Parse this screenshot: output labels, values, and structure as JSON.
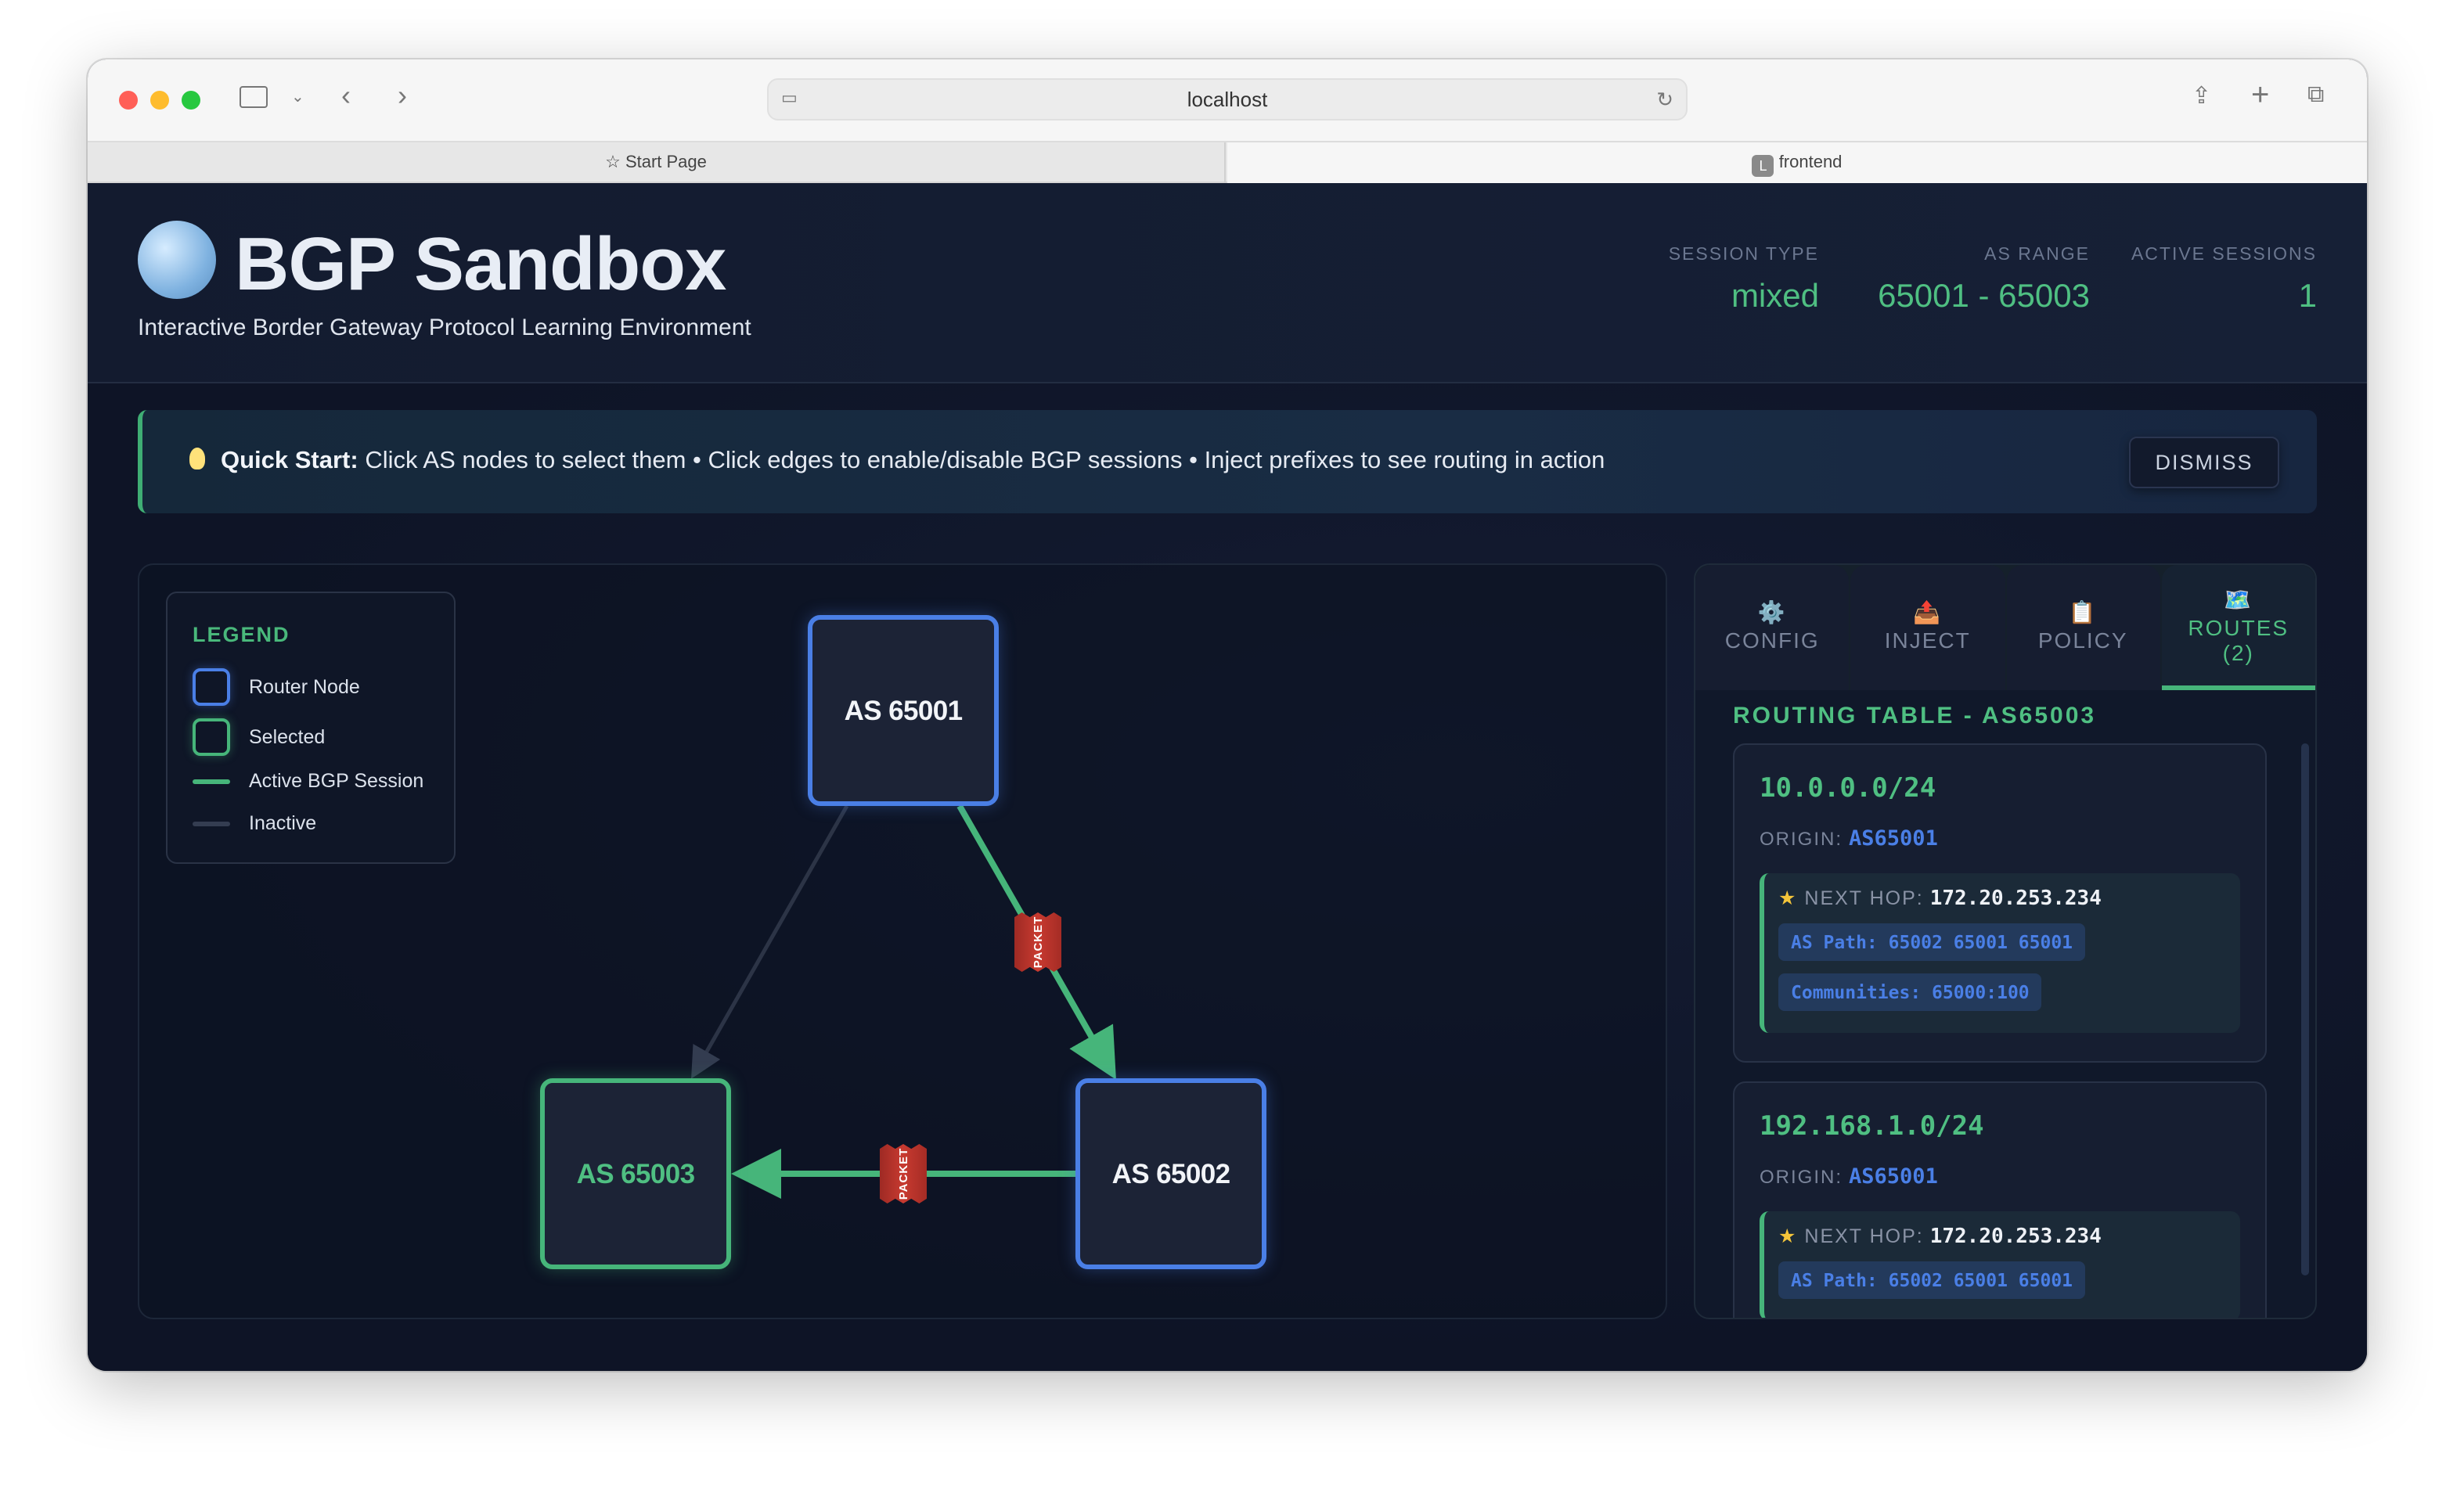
{
  "browser": {
    "url": "localhost",
    "tabs": [
      {
        "label": "Start Page",
        "active": false
      },
      {
        "label": "frontend",
        "favicon": "L",
        "active": true
      }
    ]
  },
  "header": {
    "title": "BGP Sandbox",
    "subtitle": "Interactive Border Gateway Protocol Learning Environment",
    "stats": [
      {
        "label": "SESSION TYPE",
        "value": "mixed"
      },
      {
        "label": "AS RANGE",
        "value": "65001 - 65003"
      },
      {
        "label": "ACTIVE SESSIONS",
        "value": "1"
      }
    ]
  },
  "banner": {
    "bold": "Quick Start:",
    "text": " Click AS nodes to select them • Click edges to enable/disable BGP sessions • Inject prefixes to see routing in action",
    "dismiss": "DISMISS"
  },
  "legend": {
    "title": "LEGEND",
    "items": [
      {
        "label": "Router Node",
        "color": "#4a7fe6"
      },
      {
        "label": "Selected",
        "color": "#46b57a"
      },
      {
        "label": "Active BGP Session",
        "color": "#46b57a"
      },
      {
        "label": "Inactive",
        "color": "#3a4357"
      }
    ]
  },
  "topology": {
    "nodes": [
      {
        "id": "65001",
        "label": "AS 65001",
        "selected": false
      },
      {
        "id": "65002",
        "label": "AS 65002",
        "selected": false
      },
      {
        "id": "65003",
        "label": "AS 65003",
        "selected": true
      }
    ],
    "edges": [
      {
        "from": "65001",
        "to": "65002",
        "active": true,
        "packet": "PACKET"
      },
      {
        "from": "65001",
        "to": "65003",
        "active": false
      },
      {
        "from": "65002",
        "to": "65003",
        "active": true,
        "packet": "PACKET"
      }
    ]
  },
  "panel": {
    "tabs": [
      {
        "label": "CONFIG",
        "icon": "gear-icon"
      },
      {
        "label": "INJECT",
        "icon": "outbox-icon"
      },
      {
        "label": "POLICY",
        "icon": "clipboard-icon"
      },
      {
        "label": "ROUTES",
        "count": "(2)",
        "icon": "map-icon",
        "active": true
      }
    ],
    "section_title": "ROUTING TABLE - AS65003",
    "routes": [
      {
        "prefix": "10.0.0.0/24",
        "origin_label": "ORIGIN:",
        "origin": "AS65001",
        "next_hop_label": "NEXT HOP:",
        "next_hop": "172.20.253.234",
        "as_path": "AS Path: 65002 65001 65001",
        "communities": "Communities: 65000:100"
      },
      {
        "prefix": "192.168.1.0/24",
        "origin_label": "ORIGIN:",
        "origin": "AS65001",
        "next_hop_label": "NEXT HOP:",
        "next_hop": "172.20.253.234",
        "as_path": "AS Path: 65002 65001 65001"
      }
    ]
  }
}
